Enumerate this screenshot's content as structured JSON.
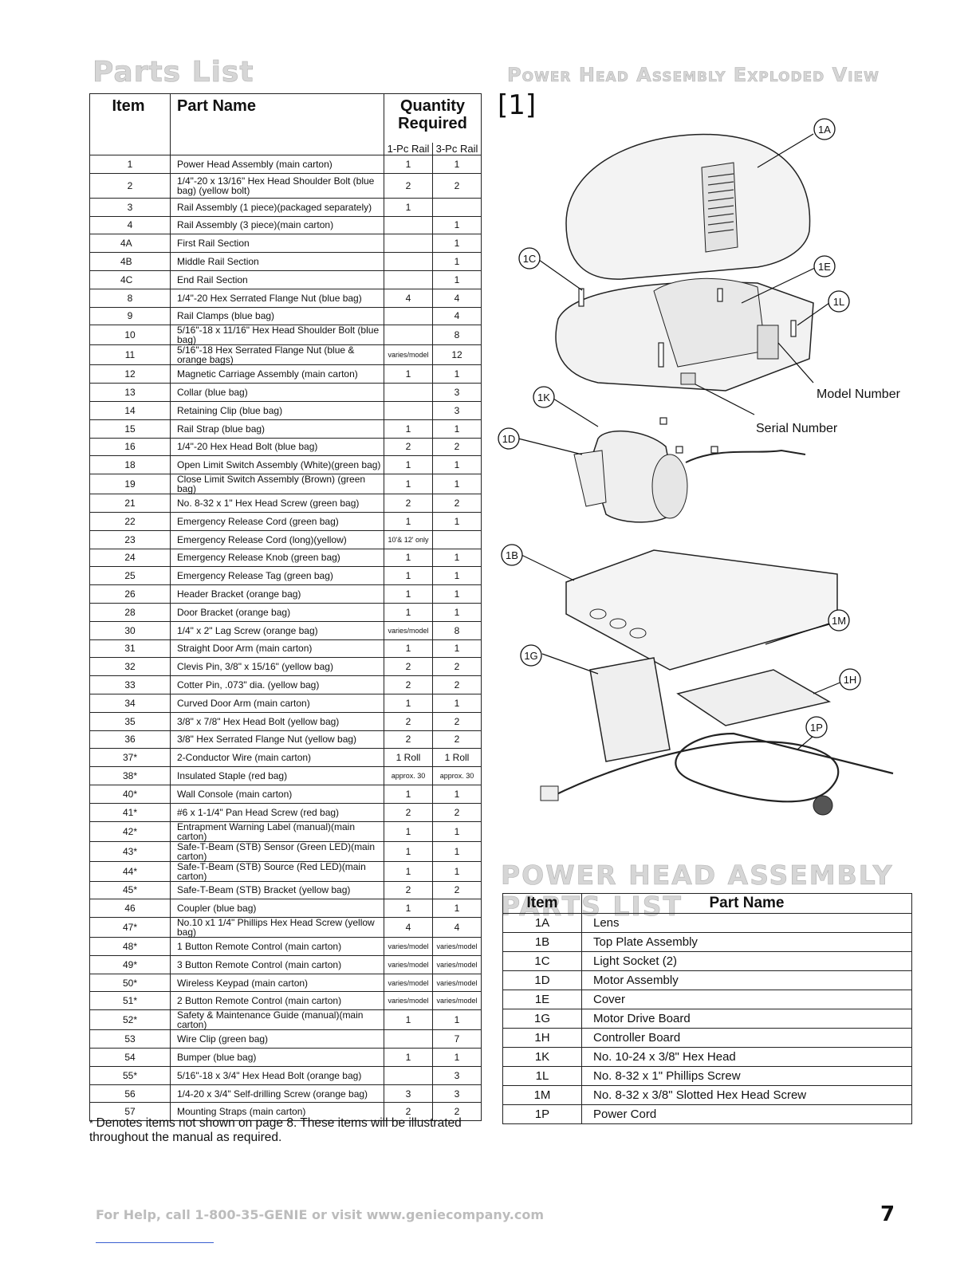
{
  "parts_list": {
    "title": "Parts List",
    "headers": {
      "item": "Item",
      "part_name": "Part Name",
      "quantity": "Quantity Required",
      "one_pc": "1-Pc Rail",
      "three_pc": "3-Pc Rail"
    },
    "rows": [
      {
        "item": "1",
        "name": "Power Head Assembly (main carton)",
        "q1": "1",
        "q3": "1"
      },
      {
        "item": "2",
        "name": "1/4\"-20 x 13/16\" Hex Head Shoulder Bolt (blue bag) (yellow bolt)",
        "q1": "2",
        "q3": "2",
        "tall": true
      },
      {
        "item": "3",
        "name": "Rail Assembly (1 piece)(packaged separately)",
        "q1": "1",
        "q3": ""
      },
      {
        "item": "4",
        "name": "Rail Assembly (3 piece)(main carton)",
        "q1": "",
        "q3": "1"
      },
      {
        "item": "4A",
        "name": "First Rail Section",
        "q1": "",
        "q3": "1",
        "sub": true
      },
      {
        "item": "4B",
        "name": "Middle Rail Section",
        "q1": "",
        "q3": "1",
        "sub": true
      },
      {
        "item": "4C",
        "name": "End Rail Section",
        "q1": "",
        "q3": "1",
        "sub": true
      },
      {
        "item": "8",
        "name": "1/4\"-20 Hex Serrated Flange Nut (blue bag)",
        "q1": "4",
        "q3": "4"
      },
      {
        "item": "9",
        "name": "Rail Clamps (blue bag)",
        "q1": "",
        "q3": "4"
      },
      {
        "item": "10",
        "name": "5/16\"-18 x 11/16\" Hex Head Shoulder Bolt (blue bag)",
        "q1": "",
        "q3": "8"
      },
      {
        "item": "11",
        "name": "5/16\"-18 Hex Serrated Flange Nut (blue & orange bags)",
        "q1": "varies/model",
        "q3": "12"
      },
      {
        "item": "12",
        "name": "Magnetic Carriage Assembly (main carton)",
        "q1": "1",
        "q3": "1"
      },
      {
        "item": "13",
        "name": "Collar (blue bag)",
        "q1": "",
        "q3": "3"
      },
      {
        "item": "14",
        "name": "Retaining Clip (blue bag)",
        "q1": "",
        "q3": "3"
      },
      {
        "item": "15",
        "name": "Rail Strap (blue bag)",
        "q1": "1",
        "q3": "1"
      },
      {
        "item": "16",
        "name": "1/4\"-20 Hex Head Bolt (blue bag)",
        "q1": "2",
        "q3": "2"
      },
      {
        "item": "18",
        "name": "Open Limit Switch Assembly (White)(green bag)",
        "q1": "1",
        "q3": "1"
      },
      {
        "item": "19",
        "name": "Close Limit Switch Assembly (Brown) (green bag)",
        "q1": "1",
        "q3": "1"
      },
      {
        "item": "21",
        "name": "No. 8-32 x 1\" Hex Head Screw (green bag)",
        "q1": "2",
        "q3": "2"
      },
      {
        "item": "22",
        "name": "Emergency Release Cord (green bag)",
        "q1": "1",
        "q3": "1"
      },
      {
        "item": "23",
        "name": "Emergency Release Cord (long)(yellow)",
        "q1": "10'& 12' only",
        "q3": ""
      },
      {
        "item": "24",
        "name": "Emergency Release Knob (green bag)",
        "q1": "1",
        "q3": "1"
      },
      {
        "item": "25",
        "name": "Emergency Release Tag (green bag)",
        "q1": "1",
        "q3": "1"
      },
      {
        "item": "26",
        "name": "Header Bracket (orange bag)",
        "q1": "1",
        "q3": "1"
      },
      {
        "item": "28",
        "name": "Door Bracket (orange bag)",
        "q1": "1",
        "q3": "1"
      },
      {
        "item": "30",
        "name": "1/4\" x 2\" Lag Screw (orange bag)",
        "q1": "varies/model",
        "q3": "8"
      },
      {
        "item": "31",
        "name": "Straight Door Arm (main carton)",
        "q1": "1",
        "q3": "1"
      },
      {
        "item": "32",
        "name": "Clevis Pin, 3/8\" x 15/16\" (yellow bag)",
        "q1": "2",
        "q3": "2"
      },
      {
        "item": "33",
        "name": "Cotter Pin, .073\" dia. (yellow bag)",
        "q1": "2",
        "q3": "2"
      },
      {
        "item": "34",
        "name": "Curved Door Arm (main carton)",
        "q1": "1",
        "q3": "1"
      },
      {
        "item": "35",
        "name": "3/8\" x 7/8\" Hex Head Bolt (yellow bag)",
        "q1": "2",
        "q3": "2"
      },
      {
        "item": "36",
        "name": "3/8\" Hex Serrated Flange Nut (yellow bag)",
        "q1": "2",
        "q3": "2"
      },
      {
        "item": "37*",
        "name": "2-Conductor Wire (main carton)",
        "q1": "1 Roll",
        "q3": "1 Roll"
      },
      {
        "item": "38*",
        "name": "Insulated Staple (red bag)",
        "q1": "approx. 30",
        "q3": "approx. 30"
      },
      {
        "item": "40*",
        "name": "Wall Console (main carton)",
        "q1": "1",
        "q3": "1"
      },
      {
        "item": "41*",
        "name": "#6 x 1-1/4\" Pan Head Screw (red bag)",
        "q1": "2",
        "q3": "2"
      },
      {
        "item": "42*",
        "name": "Entrapment Warning Label (manual)(main carton)",
        "q1": "1",
        "q3": "1"
      },
      {
        "item": "43*",
        "name": "Safe-T-Beam (STB) Sensor (Green LED)(main carton)",
        "q1": "1",
        "q3": "1"
      },
      {
        "item": "44*",
        "name": "Safe-T-Beam (STB) Source (Red LED)(main carton)",
        "q1": "1",
        "q3": "1"
      },
      {
        "item": "45*",
        "name": "Safe-T-Beam (STB) Bracket (yellow bag)",
        "q1": "2",
        "q3": "2"
      },
      {
        "item": "46",
        "name": "Coupler (blue bag)",
        "q1": "1",
        "q3": "1"
      },
      {
        "item": "47*",
        "name": "No.10 x1 1/4\" Phillips Hex Head Screw (yellow bag)",
        "q1": "4",
        "q3": "4"
      },
      {
        "item": "48*",
        "name": "1 Button Remote Control (main carton)",
        "q1": "varies/model",
        "q3": "varies/model"
      },
      {
        "item": "49*",
        "name": "3 Button Remote Control (main carton)",
        "q1": "varies/model",
        "q3": "varies/model"
      },
      {
        "item": "50*",
        "name": "Wireless Keypad (main carton)",
        "q1": "varies/model",
        "q3": "varies/model"
      },
      {
        "item": "51*",
        "name": "2 Button Remote Control (main carton)",
        "q1": "varies/model",
        "q3": "varies/model"
      },
      {
        "item": "52*",
        "name": "Safety & Maintenance Guide (manual)(main carton)",
        "q1": "1",
        "q3": "1"
      },
      {
        "item": "53",
        "name": "Wire Clip (green bag)",
        "q1": "",
        "q3": "7"
      },
      {
        "item": "54",
        "name": "Bumper (blue bag)",
        "q1": "1",
        "q3": "1"
      },
      {
        "item": "55*",
        "name": "5/16\"-18 x 3/4\" Hex Head Bolt (orange bag)",
        "q1": "",
        "q3": "3"
      },
      {
        "item": "56",
        "name": "1/4-20 x 3/4\" Self-drilling Screw (orange bag)",
        "q1": "3",
        "q3": "3"
      },
      {
        "item": "57",
        "name": "Mounting Straps (main carton)",
        "q1": "2",
        "q3": "2"
      }
    ],
    "footnote_star": "*",
    "footnote": "Denotes items not shown on page 8. These items will be illustrated throughout the manual as required."
  },
  "exploded_view": {
    "title": "Power Head Assembly Exploded View",
    "figure_label": "[1]",
    "callouts": [
      "1A",
      "1C",
      "1E",
      "1L",
      "1K",
      "1D",
      "1B",
      "1M",
      "1G",
      "1H",
      "1P"
    ],
    "labels": {
      "model_number": "Model Number",
      "serial_number": "Serial Number"
    }
  },
  "power_head_parts": {
    "title": "POWER HEAD ASSEMBLY PARTS LIST",
    "headers": {
      "item": "Item",
      "part_name": "Part Name"
    },
    "rows": [
      {
        "item": "1A",
        "name": "Lens"
      },
      {
        "item": "1B",
        "name": "Top Plate Assembly"
      },
      {
        "item": "1C",
        "name": "Light Socket (2)"
      },
      {
        "item": "1D",
        "name": "Motor Assembly"
      },
      {
        "item": "1E",
        "name": "Cover"
      },
      {
        "item": "1G",
        "name": "Motor Drive Board"
      },
      {
        "item": "1H",
        "name": "Controller Board"
      },
      {
        "item": "1K",
        "name": "No. 10-24 x 3/8\" Hex Head"
      },
      {
        "item": "1L",
        "name": "No. 8-32 x 1\" Phillips Screw"
      },
      {
        "item": "1M",
        "name": "No. 8-32 x 3/8\" Slotted Hex Head Screw"
      },
      {
        "item": "1P",
        "name": "Power Cord"
      }
    ]
  },
  "footer": {
    "help": "For Help, call 1-800-35-GENIE or visit www.geniecompany.com",
    "page_number": "7"
  }
}
